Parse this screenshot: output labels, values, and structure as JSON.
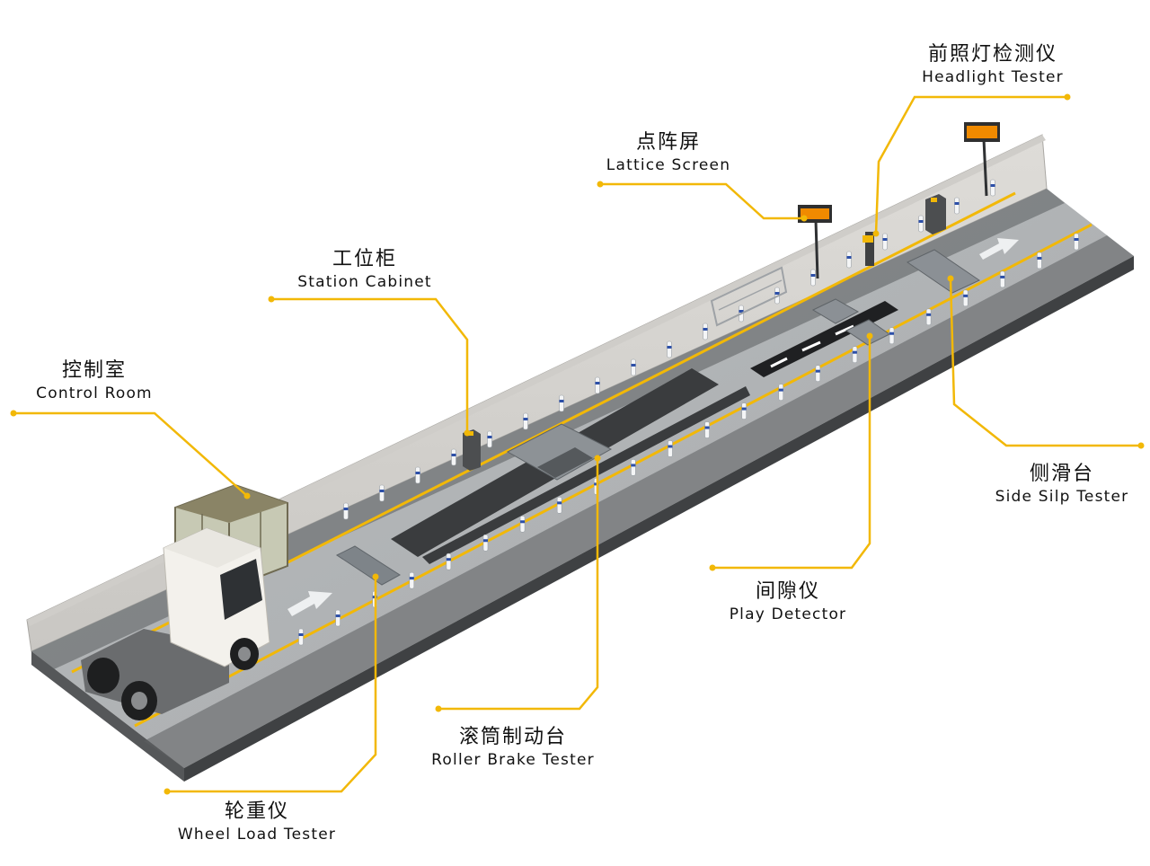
{
  "accent_color": "#f2b807",
  "labels": {
    "control_room": {
      "zh": "控制室",
      "en": "Control Room"
    },
    "station_cabinet": {
      "zh": "工位柜",
      "en": "Station Cabinet"
    },
    "lattice_screen": {
      "zh": "点阵屏",
      "en": "Lattice Screen"
    },
    "headlight_tester": {
      "zh": "前照灯检测仪",
      "en": "Headlight Tester"
    },
    "side_slip_tester": {
      "zh": "侧滑台",
      "en": "Side Silp Tester"
    },
    "play_detector": {
      "zh": "间隙仪",
      "en": "Play Detector"
    },
    "roller_brake_tester": {
      "zh": "滚筒制动台",
      "en": "Roller Brake Tester"
    },
    "wheel_load_tester": {
      "zh": "轮重仪",
      "en": "Wheel Load Tester"
    }
  },
  "icons": [
    "truck-icon",
    "arrow-icon",
    "bollard-icon",
    "sign-icon",
    "booth-icon"
  ]
}
